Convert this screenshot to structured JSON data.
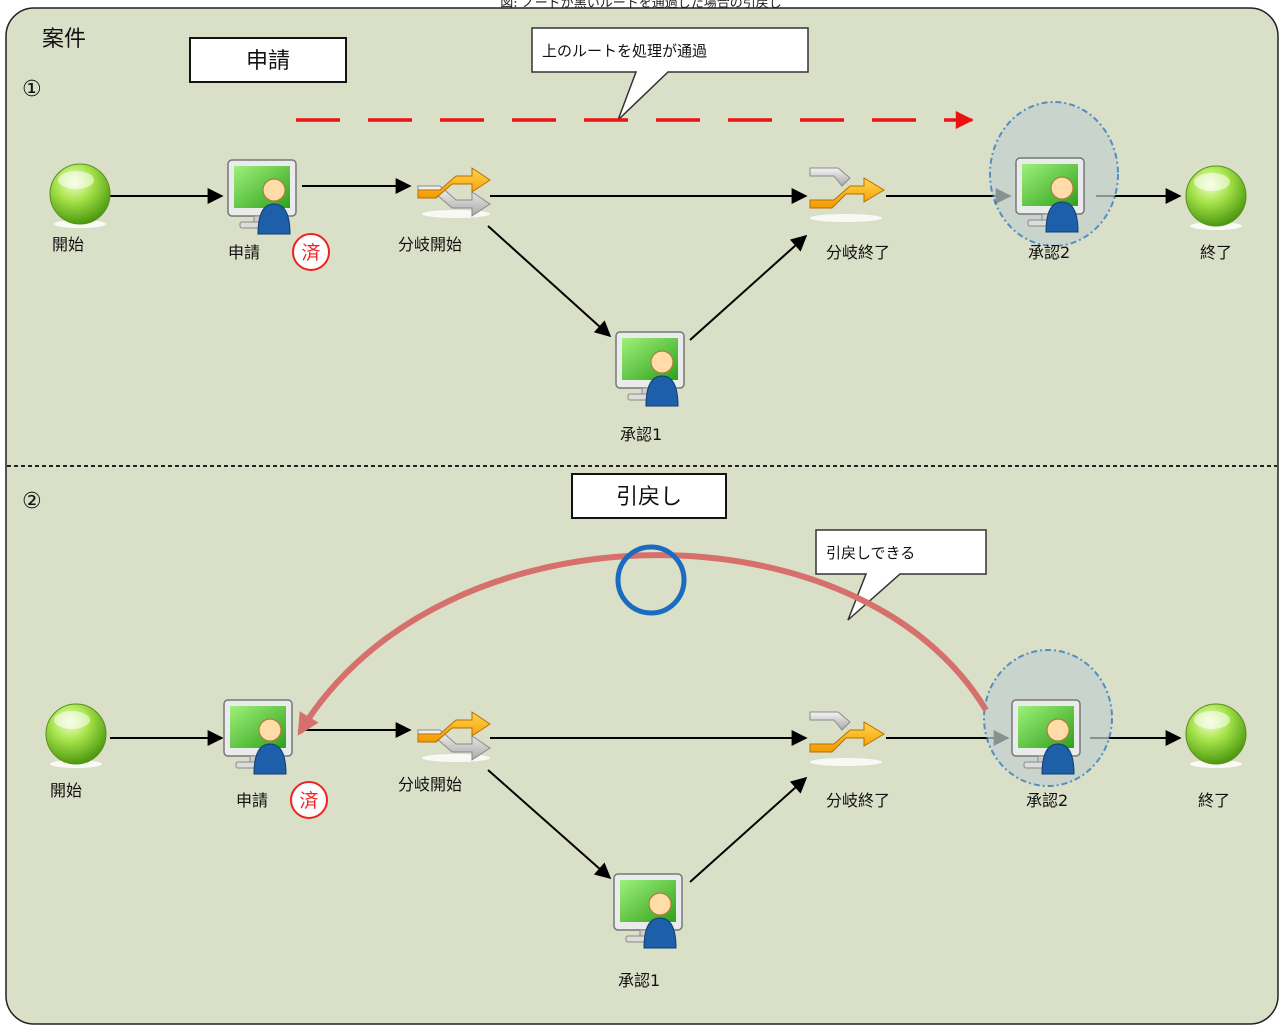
{
  "caption": "図: ノードが黒いルートを通過した場合の引戻し",
  "container_label": "案件",
  "panel1": {
    "number": "①",
    "title": "申請",
    "callout": "上のルートを処理が通過",
    "nodes": {
      "start": "開始",
      "apply": "申請",
      "done_mark": "済",
      "branch_start": "分岐開始",
      "branch_end": "分岐終了",
      "approve2": "承認2",
      "end": "終了",
      "approve1": "承認1"
    }
  },
  "panel2": {
    "number": "②",
    "title": "引戻し",
    "callout": "引戻しできる",
    "nodes": {
      "start": "開始",
      "apply": "申請",
      "done_mark": "済",
      "branch_start": "分岐開始",
      "branch_end": "分岐終了",
      "approve2": "承認2",
      "end": "終了",
      "approve1": "承認1"
    }
  },
  "colors": {
    "panel_bg": "#dadfc8",
    "route_passed": "#ee1111",
    "pullback_arrow": "#d6706c",
    "highlight_ring": "#1a6cc0",
    "done_mark": "#ee2222"
  }
}
